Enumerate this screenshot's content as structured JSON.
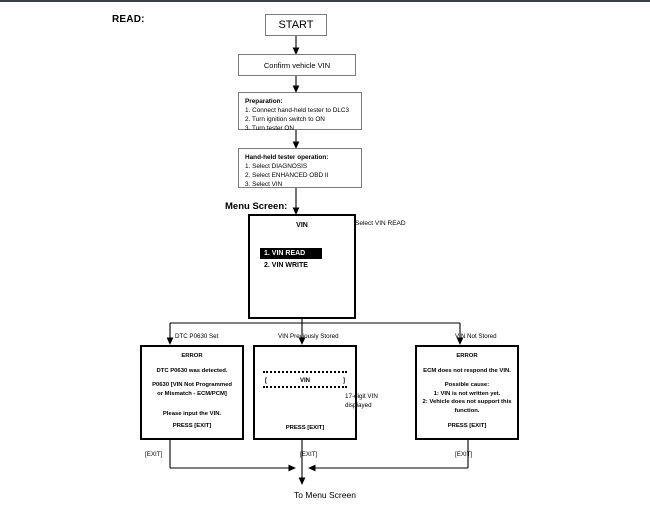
{
  "title_label": "READ:",
  "menu_screen_label": "Menu Screen:",
  "nodes": {
    "start": "START",
    "confirm": "Confirm vehicle VIN",
    "preparation": {
      "heading": "Preparation:",
      "steps": [
        "1. Connect hand-held tester to DLC3",
        "2. Turn ignition switch to ON",
        "3. Turn tester ON"
      ]
    },
    "tester_operation": {
      "heading": "Hand-held tester operation:",
      "steps": [
        "1. Select DIAGNOSIS",
        "2. Select ENHANCED OBD II",
        "3. Select VIN"
      ]
    },
    "menu_screen": {
      "title": "VIN",
      "option_1": "1. VIN READ",
      "option_2": "2. VIN WRITE"
    },
    "error_left": {
      "title": "ERROR",
      "line1": "DTC P0630 was detected.",
      "line2": "P0630  [VIN Not Programmed",
      "line3": "or Mismatch - ECM/PCM]",
      "line4": "Please input the VIN.",
      "press": "PRESS [EXIT]"
    },
    "vin_stored": {
      "bracket_left": "[",
      "vin_text": "VIN",
      "bracket_right": "]",
      "press": "PRESS [EXIT]"
    },
    "error_right": {
      "title": "ERROR",
      "line1": "ECM does not respond the VIN.",
      "cause_heading": "Possible cause:",
      "cause1": "1: VIN is not written yet.",
      "cause2": "2: Vehicle does not support this",
      "cause3": "function.",
      "press": "PRESS [EXIT]"
    }
  },
  "branch_labels": {
    "left": "DTC P0630 Set",
    "middle": "VIN Previously Stored",
    "right": "VIN Not Stored"
  },
  "exit_labels": {
    "left": "[EXIT]",
    "middle": "[EXIT]",
    "right": "[EXIT]"
  },
  "annotations": {
    "select_vin_read": "Select VIN READ",
    "digit_line1": "17-digit VIN",
    "digit_line2": "displayed"
  },
  "footer": "To Menu Screen",
  "colors": {
    "thin_border": "#7c7c7c",
    "thick_border": "#000000",
    "highlight_bg": "#000000",
    "highlight_fg": "#ffffff",
    "frame_top": "#3a4048"
  }
}
